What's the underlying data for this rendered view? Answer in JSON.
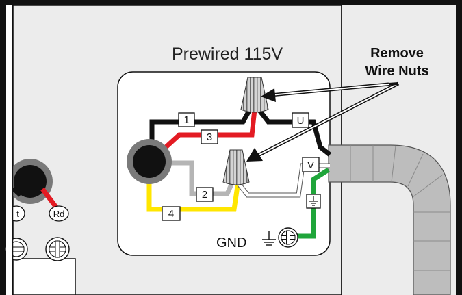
{
  "title": "Prewired 115V",
  "callout": {
    "line1": "Remove",
    "line2": "Wire Nuts"
  },
  "wire_labels": {
    "w1": "1",
    "w2": "2",
    "w3": "3",
    "w4": "4",
    "u": "U",
    "v": "V"
  },
  "ground": {
    "label": "GND"
  },
  "left_terminals": {
    "left": "t",
    "right": "Rd"
  },
  "colors": {
    "border": "#111111",
    "panel": "#ececec",
    "box": "#ffffff",
    "black_wire": "#111111",
    "red_wire": "#e31b23",
    "gray_wire": "#b5b5b5",
    "yellow_wire": "#ffe600",
    "white_wire": "#ffffff",
    "green_wire": "#1fa53a",
    "conduit": "#bdbdbd",
    "wirenut": "#cfcfcf"
  }
}
